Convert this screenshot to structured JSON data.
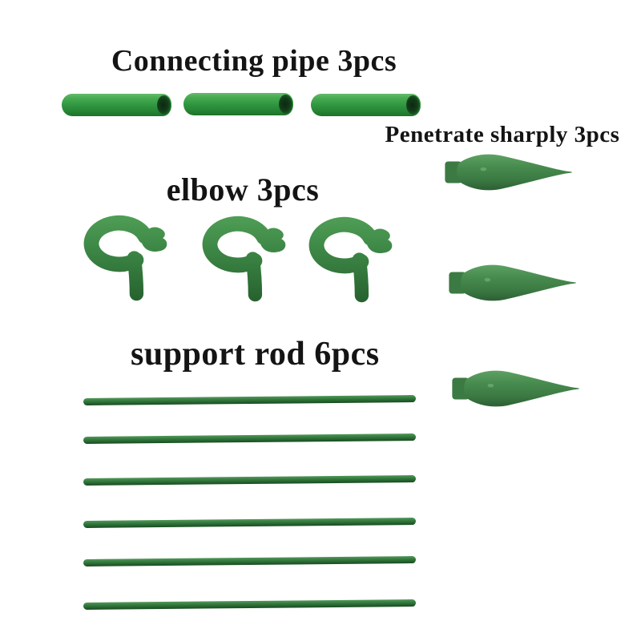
{
  "page": {
    "background": "#ffffff",
    "text_color": "#141414"
  },
  "sections": {
    "connecting_pipe": {
      "label": "Connecting pipe 3pcs",
      "count": 3
    },
    "penetrate_sharply": {
      "label": "Penetrate sharply 3pcs",
      "count": 3
    },
    "elbow": {
      "label": "elbow 3pcs",
      "count": 3
    },
    "support_rod": {
      "label": "support rod 6pcs",
      "count": 6
    }
  },
  "colors": {
    "pipe_green": "#2f9540",
    "elbow_green": "#3a8343",
    "spike_green": "#43824a",
    "rod_green": "#2c6e35",
    "hole_dark": "#0c2911"
  }
}
